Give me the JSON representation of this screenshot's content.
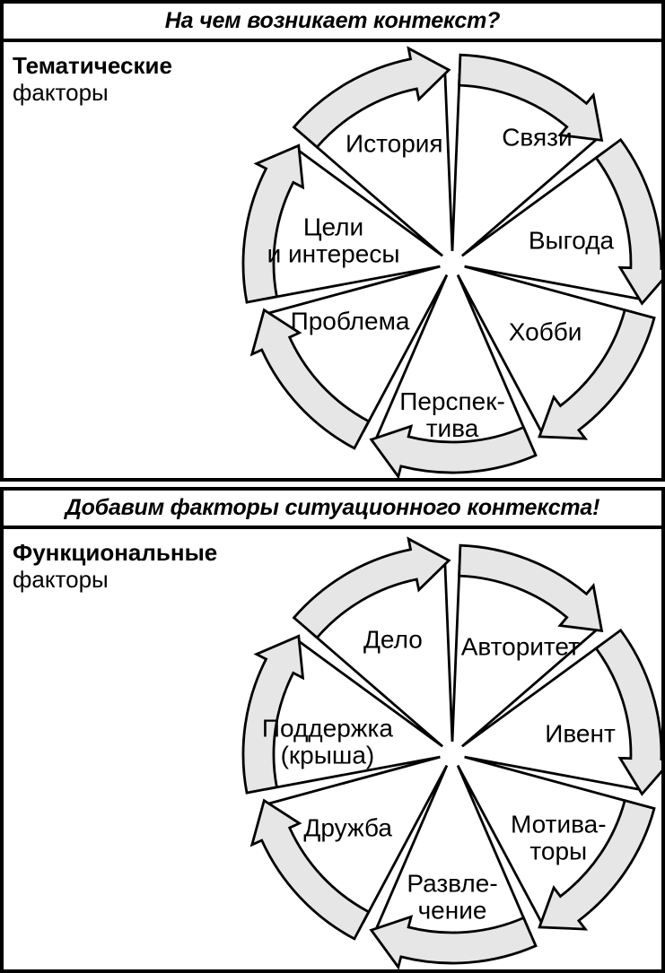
{
  "panels": [
    {
      "title": "На чем возникает контекст?",
      "category": {
        "line1": "Тематические",
        "line2": "факторы"
      },
      "wheel": {
        "segments": [
          {
            "label": "Связи"
          },
          {
            "label": "Выгода"
          },
          {
            "label": "Хобби"
          },
          {
            "label": "Перспек-\nтива"
          },
          {
            "label": "Проблема"
          },
          {
            "label": "Цели\nи интересы"
          },
          {
            "label": "История"
          }
        ]
      }
    },
    {
      "title": "Добавим факторы ситуационного контекста!",
      "category": {
        "line1": "Функциональные",
        "line2": "факторы"
      },
      "wheel": {
        "segments": [
          {
            "label": "Авторитет"
          },
          {
            "label": "Ивент"
          },
          {
            "label": "Мотива-\nторы"
          },
          {
            "label": "Развле-\nчение"
          },
          {
            "label": "Дружба"
          },
          {
            "label": "Поддержка\n(крыша)"
          },
          {
            "label": "Дело"
          }
        ]
      }
    }
  ],
  "colors": {
    "arrow_fill": "#e6e6e6",
    "outline": "#000000",
    "background": "#ffffff",
    "text": "#000000"
  }
}
